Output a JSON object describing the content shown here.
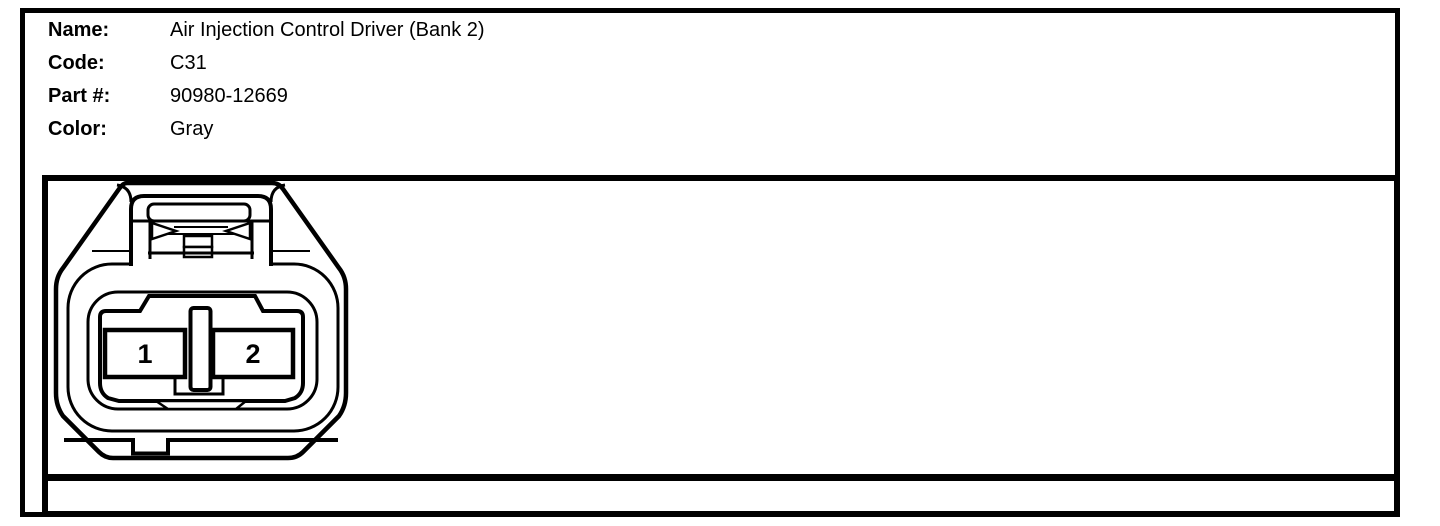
{
  "page": {
    "background": "#ffffff",
    "line_color": "#000000"
  },
  "info": {
    "rows": [
      {
        "label": "Name:",
        "value": "Air Injection Control Driver (Bank 2)"
      },
      {
        "label": "Code:",
        "value": "C31"
      },
      {
        "label": "Part #:",
        "value": "90980-12669"
      },
      {
        "label": "Color:",
        "value": "Gray"
      }
    ]
  },
  "diagram": {
    "type": "connector-face-view",
    "pin_count": 2,
    "pins": [
      {
        "number": "1"
      },
      {
        "number": "2"
      }
    ]
  }
}
